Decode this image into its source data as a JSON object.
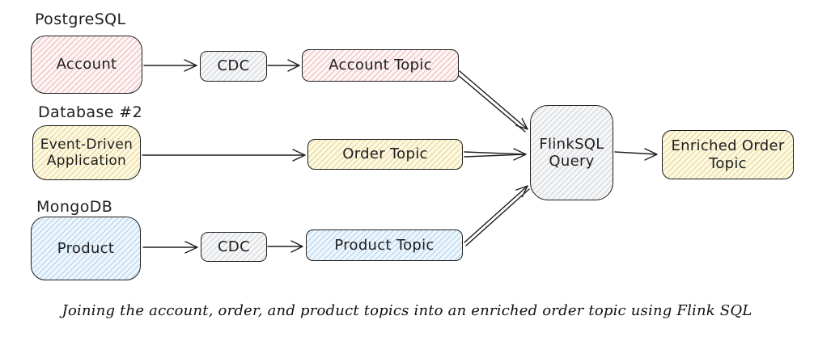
{
  "theme": {
    "stroke": "#1e1e1e",
    "fills": {
      "pink": {
        "line": "#f2c4c4",
        "bg": "#fdf6f6"
      },
      "yellow": {
        "line": "#ecdb9b",
        "bg": "#fdf9e7"
      },
      "blue": {
        "line": "#bcdaf0",
        "bg": "#eff6fc"
      },
      "gray": {
        "line": "#d9dbde",
        "bg": "#f6f7f8"
      }
    }
  },
  "labels": {
    "postgresql": "PostgreSQL",
    "database2": "Database #2",
    "mongodb": "MongoDB"
  },
  "nodes": {
    "account": "Account",
    "cdc_account": "CDC",
    "account_topic": "Account Topic",
    "event_driven_app": "Event-Driven Application",
    "order_topic": "Order Topic",
    "product": "Product",
    "cdc_product": "CDC",
    "product_topic": "Product Topic",
    "flink_query": "FlinkSQL Query",
    "enriched_order_topic": "Enriched Order Topic"
  },
  "caption": "Joining the account, order, and product topics into an enriched order topic using Flink SQL"
}
